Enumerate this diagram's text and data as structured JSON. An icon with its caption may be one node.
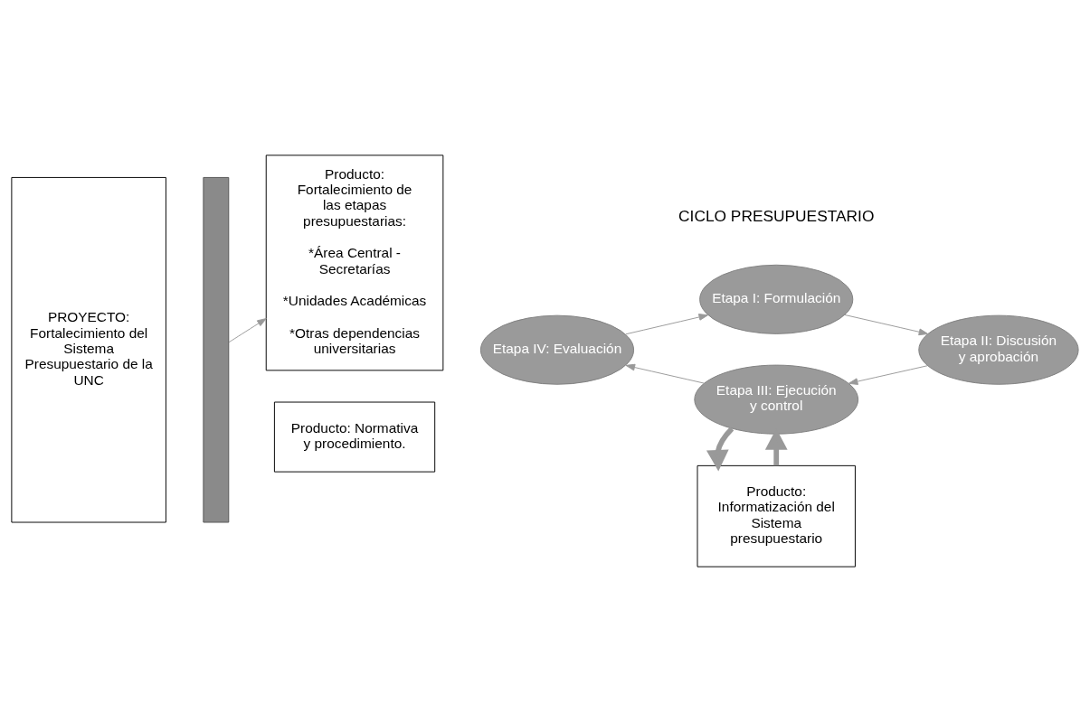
{
  "diagram": {
    "nodes": [
      {
        "text": [
          "PROYECTO: Fortalecimiento del Sistema Presupuestario de la UNC"
        ]
      },
      {
        "text": [],
        "shape": "bar"
      },
      {
        "text": [
          "Producto: Fortalecimiento de las etapas presupuestarias:",
          "*Área Central - Secretarías",
          "*Unidades Académicas",
          "*Otras dependencias universitarias"
        ]
      },
      {
        "text": [
          "Producto: Normativa y procedimiento."
        ]
      },
      {
        "text": [
          "Etapa I: Formulación"
        ]
      },
      {
        "text": [
          "Etapa II: Discusión y aprobación"
        ]
      },
      {
        "text": [
          "Etapa III: Ejecución y control"
        ]
      },
      {
        "text": [
          "Etapa IV: Evaluación"
        ]
      },
      {
        "text": [
          "Producto: Informatización del Sistema presupuestario"
        ]
      }
    ],
    "edges": [
      {
        "from": 1,
        "to": 2,
        "arrow": "to"
      },
      {
        "from": 4,
        "to": 5,
        "arrow": "to"
      },
      {
        "from": 5,
        "to": 6,
        "arrow": "to"
      },
      {
        "from": 6,
        "to": 7,
        "arrow": "to"
      },
      {
        "from": 7,
        "to": 4,
        "arrow": "to"
      },
      {
        "from": 8,
        "to": 6,
        "arrow": "to",
        "style": "thick"
      },
      {
        "from": 6,
        "to": 8,
        "arrow": "to",
        "style": "thick"
      }
    ],
    "labels": [
      "CICLO PRESUPUESTARIO"
    ]
  }
}
